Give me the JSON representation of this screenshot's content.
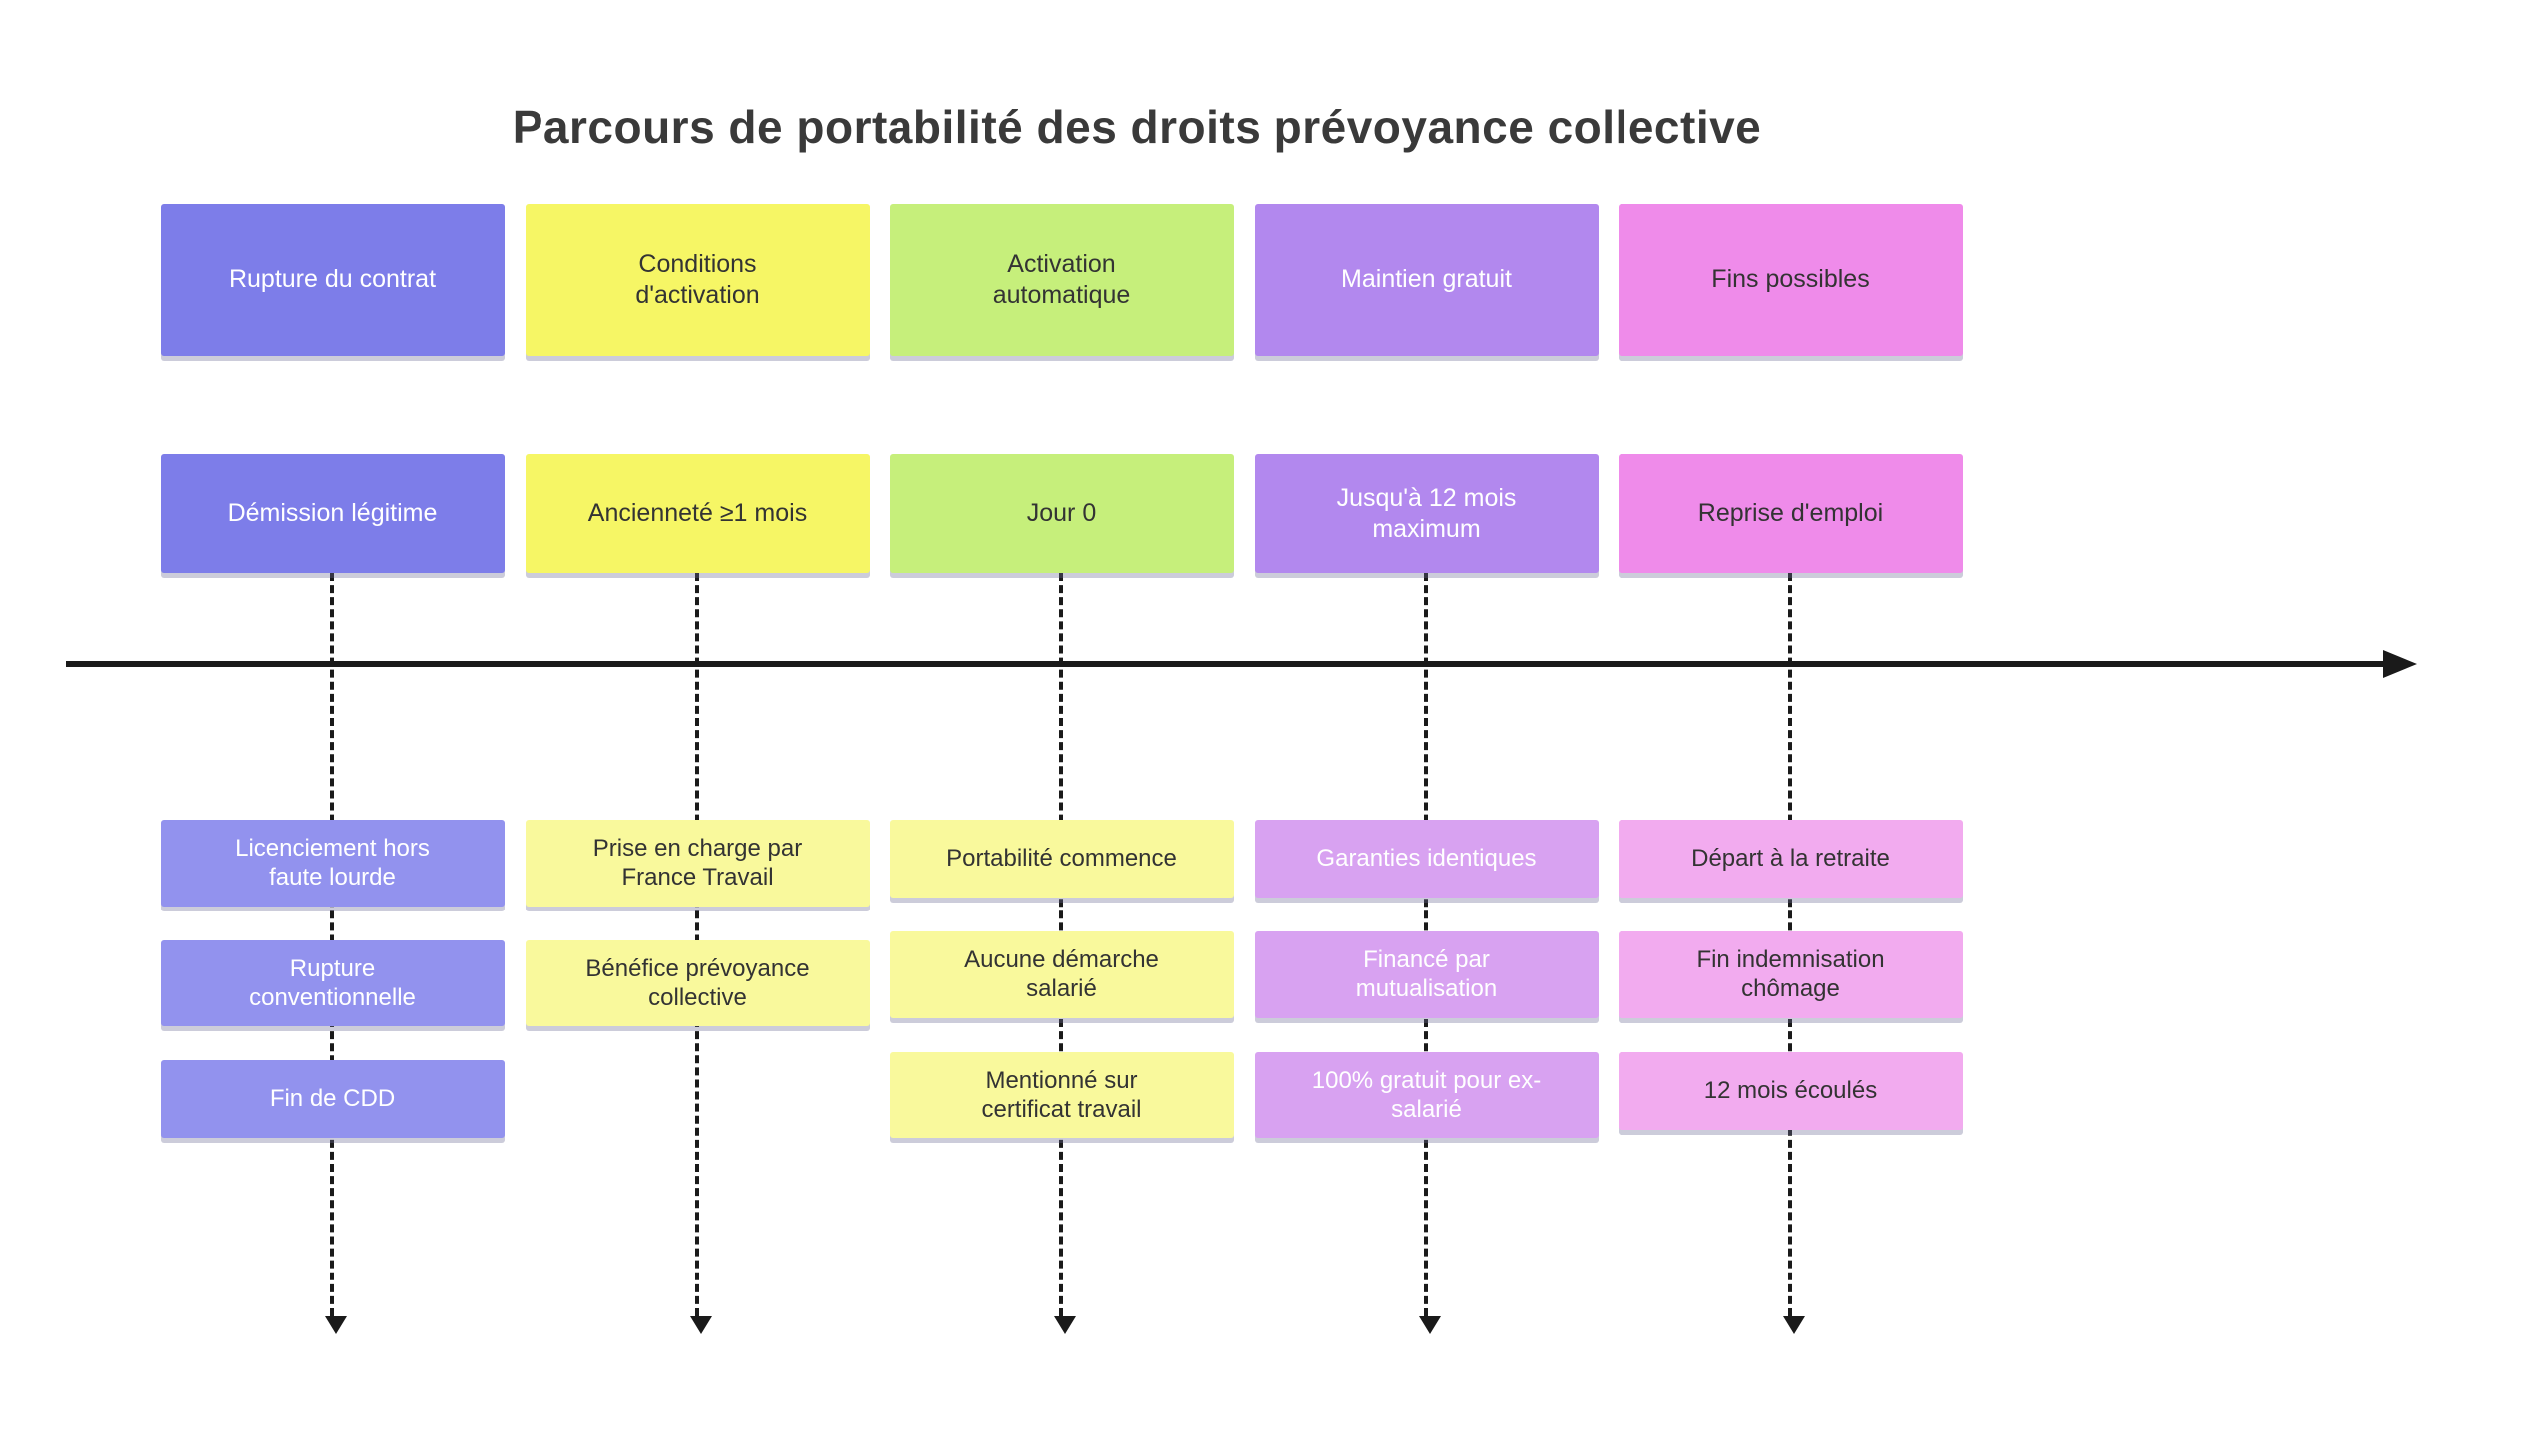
{
  "title": "Parcours de portabilité des droits prévoyance collective",
  "colors": {
    "col1_header": "#7d7de9",
    "col1_item": "#9292ee",
    "col2_header": "#f6f665",
    "col2_item": "#f9f99c",
    "col3_header": "#c6ef7b",
    "col3_item": "#f9f99c",
    "col4_header": "#b288ee",
    "col4_item": "#d8a2f1",
    "col5_header": "#ef8bea",
    "col5_item": "#f2abef",
    "axis": "#1a1a1a",
    "title_text": "#3a3a3a"
  },
  "columns": [
    {
      "header": "Rupture du contrat",
      "sub": "Démission légitime",
      "items": [
        "Licenciement hors faute lourde",
        "Rupture conventionnelle",
        "Fin de CDD"
      ]
    },
    {
      "header": "Conditions d'activation",
      "sub": "Ancienneté ≥1 mois",
      "items": [
        "Prise en charge par France Travail",
        "Bénéfice prévoyance collective"
      ]
    },
    {
      "header": "Activation automatique",
      "sub": "Jour 0",
      "items": [
        "Portabilité commence",
        "Aucune démarche salarié",
        "Mentionné sur certificat travail"
      ]
    },
    {
      "header": "Maintien gratuit",
      "sub": "Jusqu'à 12 mois maximum",
      "items": [
        "Garanties identiques",
        "Financé par mutualisation",
        "100% gratuit pour ex-salarié"
      ]
    },
    {
      "header": "Fins possibles",
      "sub": "Reprise d'emploi",
      "items": [
        "Départ à la retraite",
        "Fin indemnisation chômage",
        "12 mois écoulés"
      ]
    }
  ]
}
